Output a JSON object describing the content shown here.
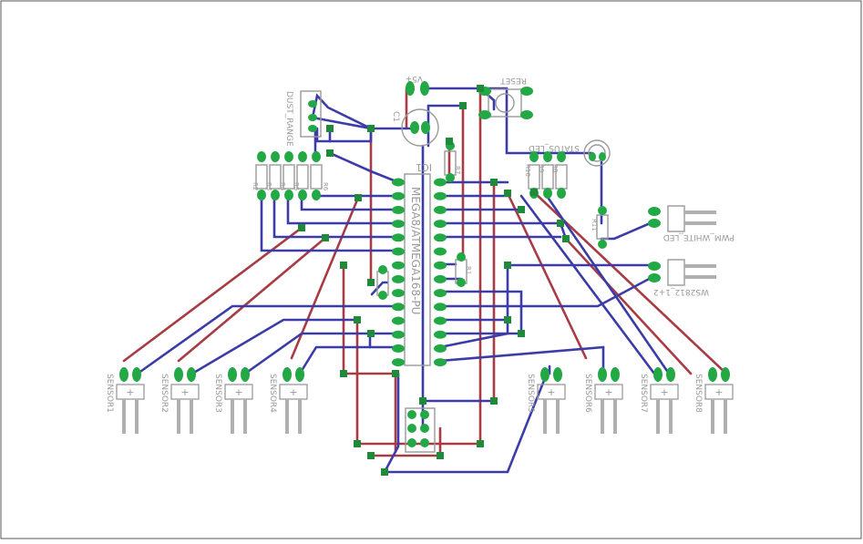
{
  "colors": {
    "background": "#ffffff",
    "outline": "#555555",
    "bottom_trace": "#3c3ca8",
    "top_trace": "#a83c44",
    "pad": "#22a845",
    "via": "#1f8a3a",
    "silk": "#9a9a9a"
  },
  "labels": {
    "vplus": "V5+",
    "reset": "RESET",
    "ic": "IC1",
    "mcu": "MEGA8/ATMEGA168-PU",
    "dust": "DUST_RANGE",
    "cap": "C1",
    "status": "STATUS_LED",
    "pwm": "PWM_WHITE_LED",
    "ws": "WS2812_1+2",
    "sensors": [
      "SENSOR1",
      "SENSOR2",
      "SENSOR3",
      "SENSOR4",
      "SENSOR5",
      "SENSOR6",
      "SENSOR7",
      "SENSOR8"
    ],
    "resistors_left": [
      "R2",
      "R3",
      "R4",
      "R5",
      "R6"
    ],
    "resistors_right": [
      "R10",
      "R9",
      "R8"
    ],
    "r7": "R7",
    "r11": "R11",
    "r1": "R1"
  }
}
